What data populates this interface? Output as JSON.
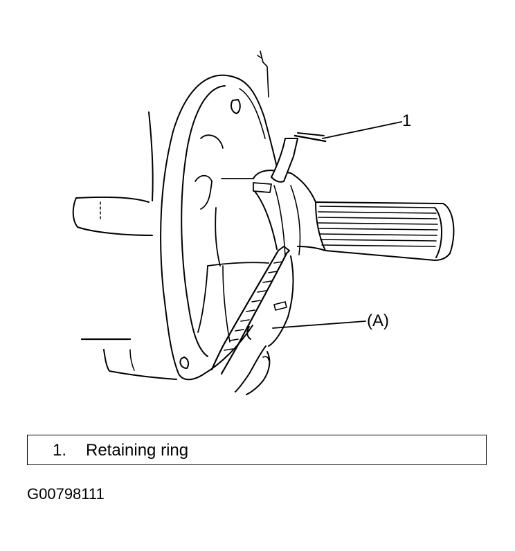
{
  "callouts": {
    "part_1": "1",
    "tool_a": "(A)"
  },
  "legend": {
    "items": [
      {
        "number": "1.",
        "label": "Retaining ring"
      }
    ]
  },
  "figure_code": "G00798111",
  "colors": {
    "ink": "#000000",
    "background": "#ffffff"
  }
}
